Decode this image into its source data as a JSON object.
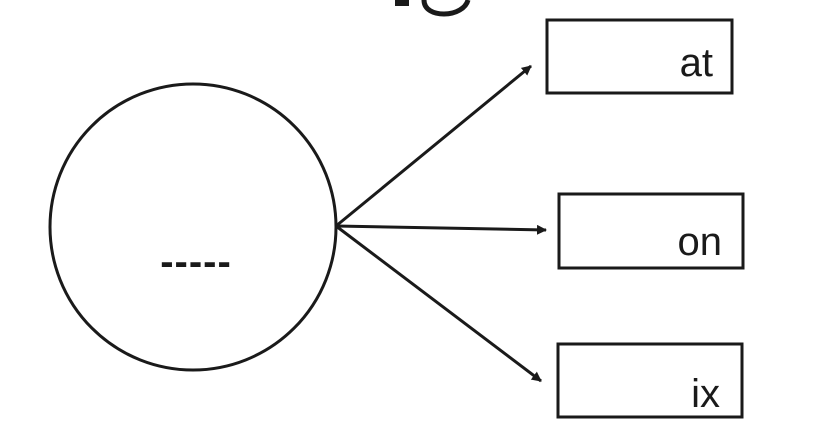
{
  "center": {
    "label": "-----"
  },
  "targets": [
    {
      "label": "at"
    },
    {
      "label": "on"
    },
    {
      "label": "ix"
    }
  ],
  "colors": {
    "stroke": "#1a1a1a",
    "background": "#ffffff"
  }
}
